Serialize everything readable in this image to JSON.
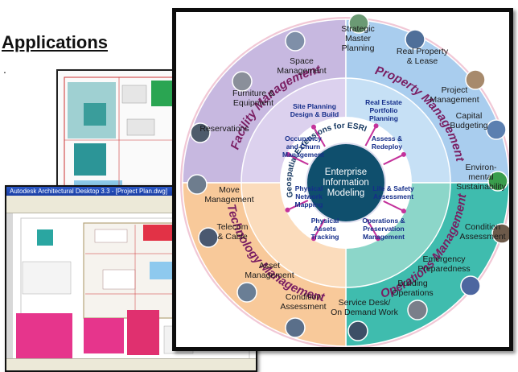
{
  "page": {
    "title": "Applications",
    "bullet": "."
  },
  "screenshot": {
    "window_title": "Autodesk Architectural Desktop 3.3 - [Project Plan.dwg]"
  },
  "diagram": {
    "center": [
      "Enterprise",
      "Information",
      "Modeling"
    ],
    "ring_label": "Geospatial Extensions for ESRI",
    "quadrants": [
      {
        "name": "Facility Management",
        "color": "#c7b8e0"
      },
      {
        "name": "Property Management",
        "color": "#a9cdee"
      },
      {
        "name": "Operations Management",
        "color": "#3fbcae"
      },
      {
        "name": "Technology Management",
        "color": "#f8c99a"
      }
    ],
    "inner": [
      {
        "lines": [
          "Site Planning",
          "Design & Build"
        ]
      },
      {
        "lines": [
          "Real Estate",
          "Portfolio",
          "Planning"
        ]
      },
      {
        "lines": [
          "Occupancy",
          "and Churn",
          "Management"
        ]
      },
      {
        "lines": [
          "Assess &",
          "Redeploy"
        ]
      },
      {
        "lines": [
          "Physical",
          "Network",
          "Mapping"
        ]
      },
      {
        "lines": [
          "Life & Safety",
          "Assessment"
        ]
      },
      {
        "lines": [
          "Physical",
          "Assets",
          "Tracking"
        ]
      },
      {
        "lines": [
          "Operations &",
          "Preservation",
          "Management"
        ]
      }
    ],
    "outer": [
      {
        "lines": [
          "Space",
          "Management"
        ]
      },
      {
        "lines": [
          "Strategic",
          "Master",
          "Planning"
        ]
      },
      {
        "lines": [
          "Real Property",
          "& Lease"
        ]
      },
      {
        "lines": [
          "Project",
          "Management"
        ]
      },
      {
        "lines": [
          "Capital",
          "Budgeting"
        ]
      },
      {
        "lines": [
          "Environ-",
          "mental",
          "Sustainability"
        ]
      },
      {
        "lines": [
          "Condition",
          "Assessment"
        ]
      },
      {
        "lines": [
          "Emergency",
          "Preparedness"
        ]
      },
      {
        "lines": [
          "Building",
          "Operations"
        ]
      },
      {
        "lines": [
          "Service Desk/",
          "On Demand Work"
        ]
      },
      {
        "lines": [
          "Condition",
          "Assessment"
        ]
      },
      {
        "lines": [
          "Asset",
          "Management"
        ]
      },
      {
        "lines": [
          "Telecom",
          "& Cable"
        ]
      },
      {
        "lines": [
          "Move",
          "Management"
        ]
      },
      {
        "lines": [
          "Reservations"
        ]
      },
      {
        "lines": [
          "Furniture &",
          "Equipment"
        ]
      }
    ]
  }
}
